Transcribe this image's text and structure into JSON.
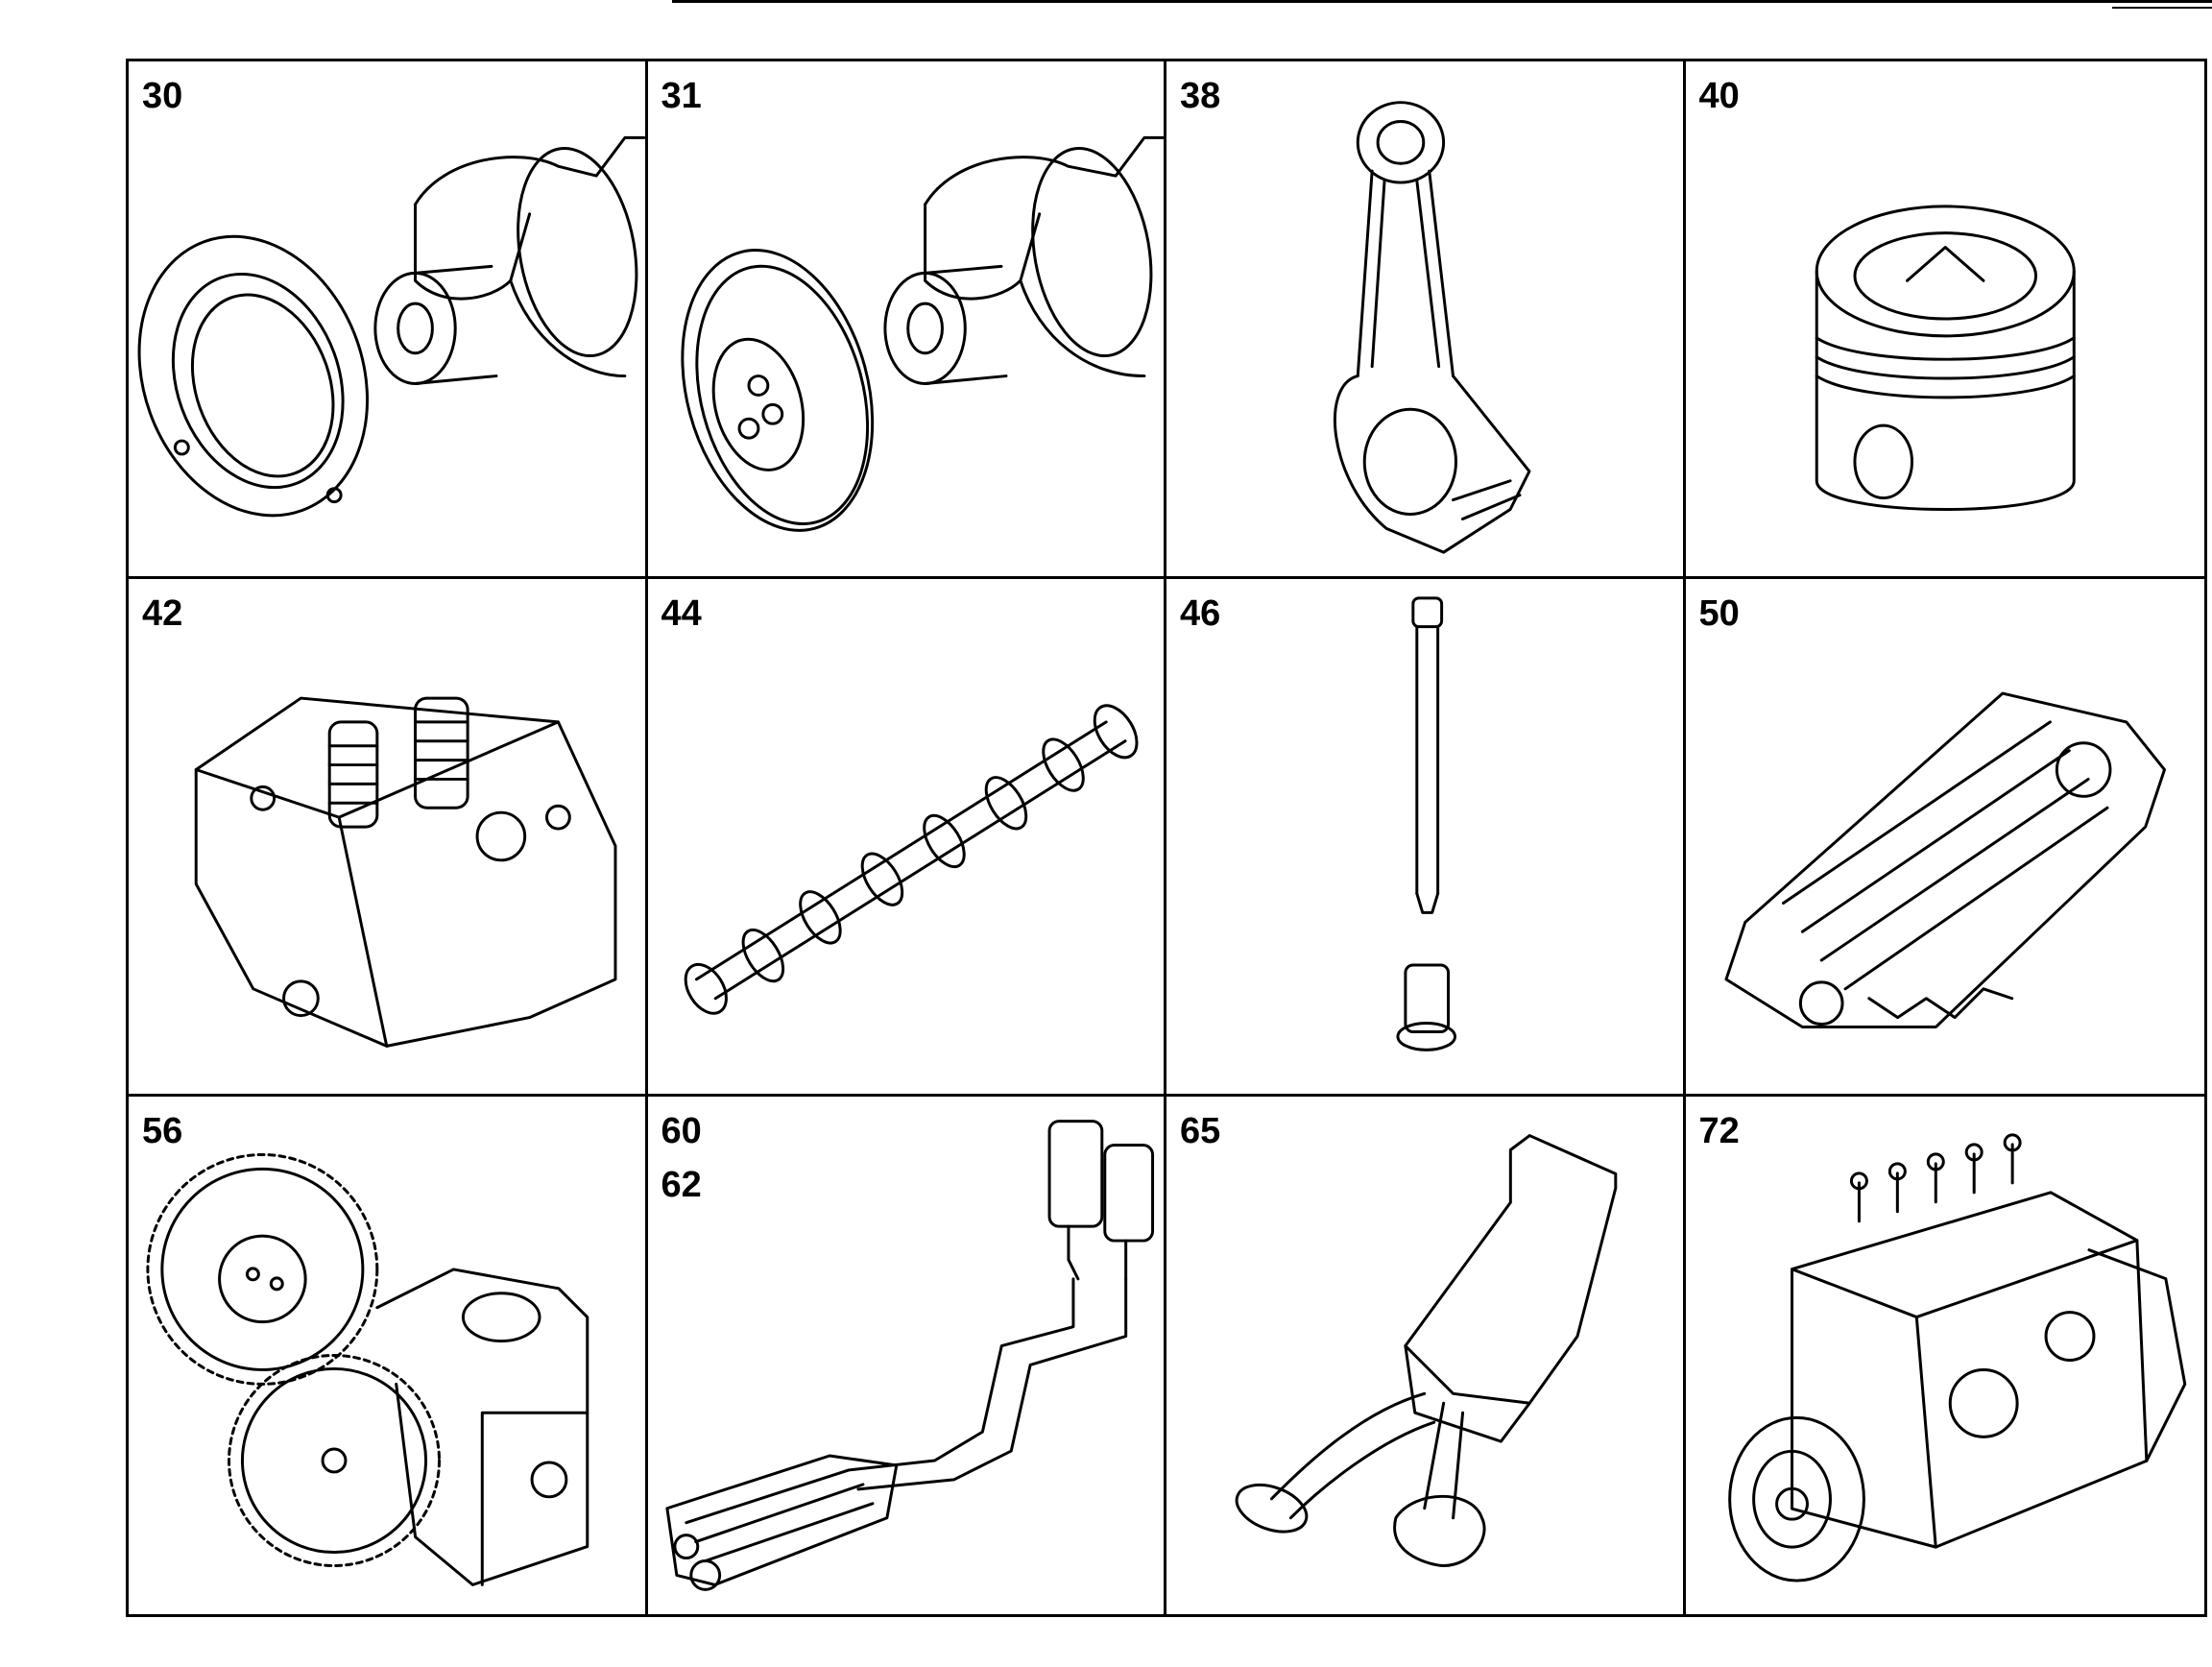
{
  "cells": [
    {
      "numbers": [
        "30"
      ],
      "icon": "crankshaft-with-seal-flange-icon"
    },
    {
      "numbers": [
        "31"
      ],
      "icon": "crankshaft-with-vibration-damper-icon"
    },
    {
      "numbers": [
        "38"
      ],
      "icon": "connecting-rod-icon"
    },
    {
      "numbers": [
        "40"
      ],
      "icon": "piston-icon"
    },
    {
      "numbers": [
        "42"
      ],
      "icon": "cylinder-head-icon"
    },
    {
      "numbers": [
        "44"
      ],
      "icon": "camshaft-icon"
    },
    {
      "numbers": [
        "46"
      ],
      "icon": "push-rod-and-tappet-icon"
    },
    {
      "numbers": [
        "50"
      ],
      "icon": "oil-cooler-icon"
    },
    {
      "numbers": [
        "56"
      ],
      "icon": "oil-pump-icon"
    },
    {
      "numbers": [
        "60",
        "62"
      ],
      "icon": "oil-filter-and-lines-icon"
    },
    {
      "numbers": [
        "65"
      ],
      "icon": "oil-suction-pipe-icon"
    },
    {
      "numbers": [
        "72"
      ],
      "icon": "injection-pump-icon"
    }
  ],
  "line_color": "#000000",
  "background_color": "#ffffff"
}
